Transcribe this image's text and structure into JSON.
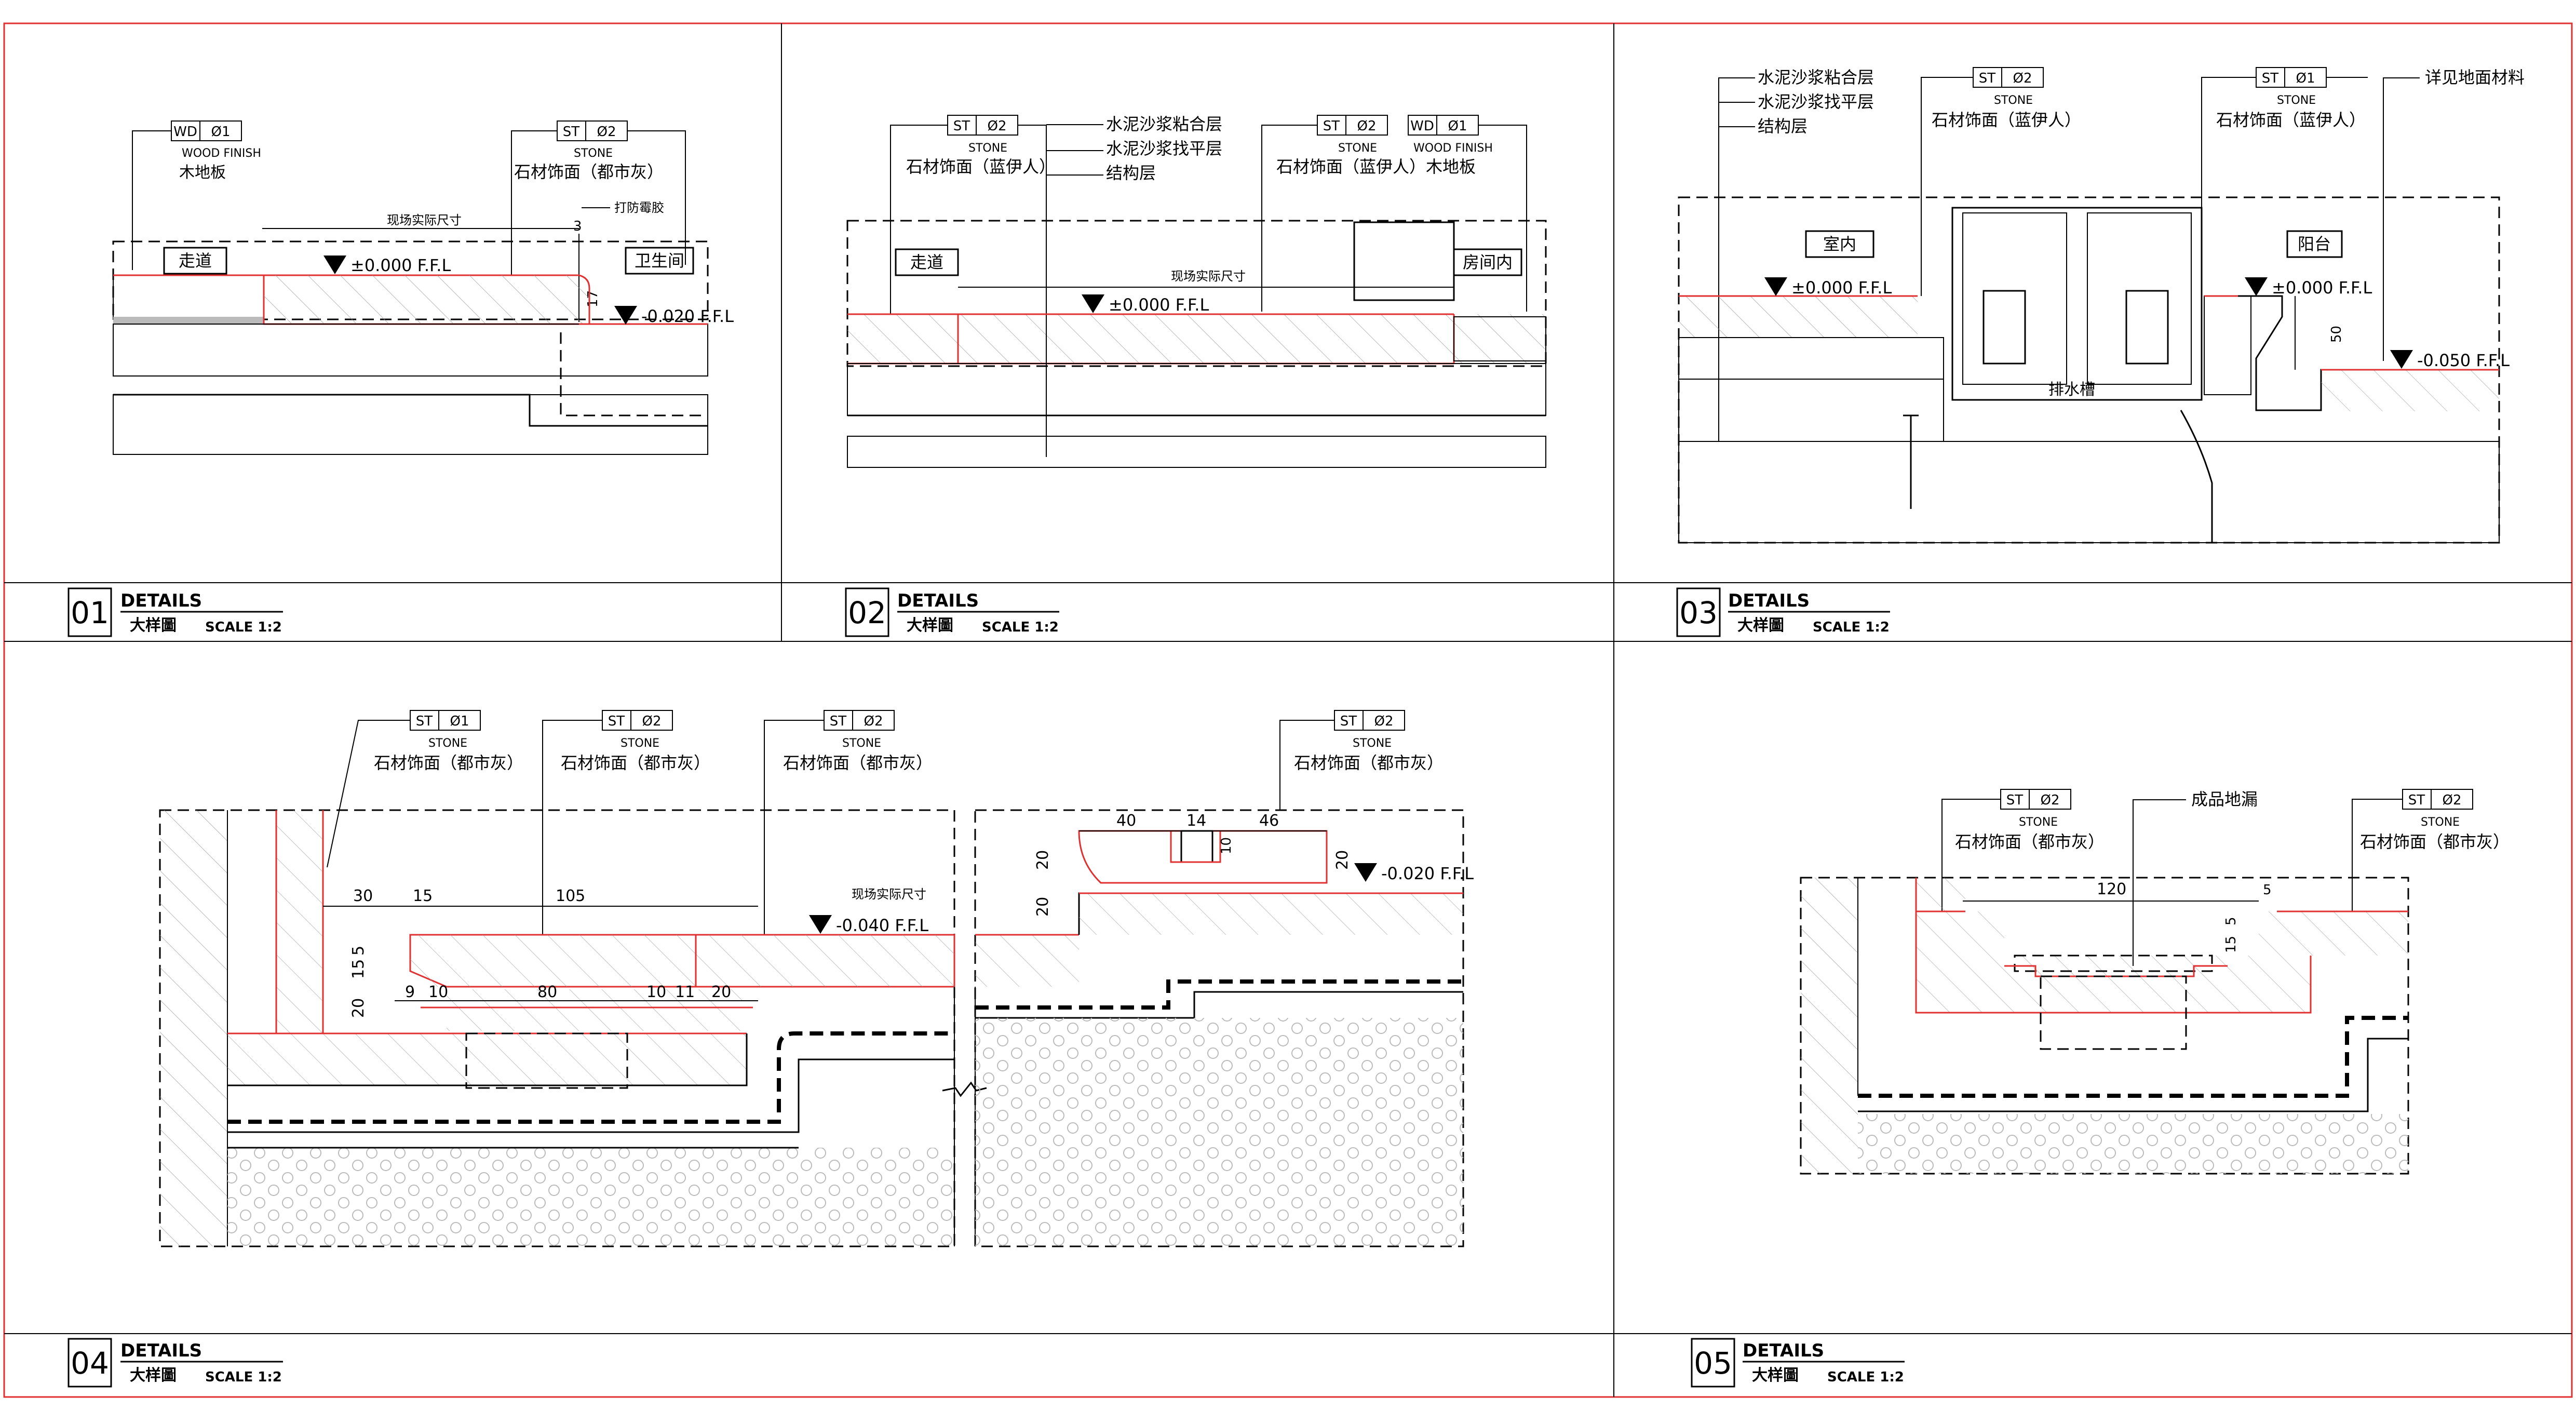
{
  "panels": [
    {
      "number": "01",
      "title": "DETAILS",
      "subtitle": "大样圖",
      "scale": "SCALE 1:2"
    },
    {
      "number": "02",
      "title": "DETAILS",
      "subtitle": "大样圖",
      "scale": "SCALE 1:2"
    },
    {
      "number": "03",
      "title": "DETAILS",
      "subtitle": "大样圖",
      "scale": "SCALE 1:2"
    },
    {
      "number": "04",
      "title": "DETAILS",
      "subtitle": "大样圖",
      "scale": "SCALE 1:2"
    },
    {
      "number": "05",
      "title": "DETAILS",
      "subtitle": "大样圖",
      "scale": "SCALE 1:2"
    }
  ],
  "tags": {
    "wd01": {
      "code": "WD",
      "num": "Ø1",
      "en": "WOOD FINISH"
    },
    "st01": {
      "code": "ST",
      "num": "Ø1",
      "en": "STONE"
    },
    "st02": {
      "code": "ST",
      "num": "Ø2",
      "en": "STONE"
    }
  },
  "labels": {
    "wood_floor": "木地板",
    "stone_grey": "石材饰面（都市灰）",
    "stone_blue": "石材饰面（蓝伊人）",
    "stone_blue_wood": "石材饰面（蓝伊人）木地板",
    "site_size": "现场实际尺寸",
    "mold_glue": "打防霉胶",
    "mortar_bond": "水泥沙浆粘合层",
    "mortar_level": "水泥沙浆找平层",
    "structure": "结构层",
    "see_floor": "详见地面材料",
    "floor_drain": "成品地漏",
    "drain_groove": "排水槽",
    "corridor": "走道",
    "bathroom": "卫生间",
    "room_inside": "房间内",
    "indoor": "室内",
    "balcony": "阳台"
  },
  "levels": {
    "l0": "±0.000 F.F.L",
    "lm020": "-0.020 F.F.L",
    "lm040": "-0.040 F.F.L",
    "lm050": "-0.050 F.F.L"
  },
  "dims": {
    "d1_3": "3",
    "d1_17": "17",
    "d3_50": "50",
    "d4_30": "30",
    "d4_15": "15",
    "d4_105": "105",
    "d4_5": "5",
    "d4_20": "20",
    "d4_9": "9",
    "d4_10": "10",
    "d4_80": "80",
    "d4_11": "11",
    "d4_40": "40",
    "d4_14": "14",
    "d4_46": "46",
    "d5_120": "120",
    "d5_5": "5"
  }
}
